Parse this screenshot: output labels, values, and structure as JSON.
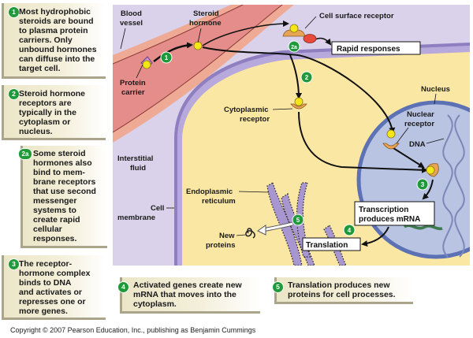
{
  "notes": {
    "n1": {
      "badge": "1",
      "lines": [
        "Most hydrophobic",
        "steroids are bound",
        "to plasma protein",
        "carriers. Only",
        "unbound hormones",
        "can diffuse into the",
        "target cell."
      ]
    },
    "n2": {
      "badge": "2",
      "lines": [
        "Steroid hormone",
        "receptors are",
        "typically in the",
        "cytoplasm or",
        "nucleus."
      ]
    },
    "n2a": {
      "badge": "2a",
      "lines": [
        "Some steroid",
        "hormones also",
        "bind to mem-",
        "brane receptors",
        "that use second",
        "messenger",
        "systems to",
        "create rapid",
        "cellular",
        "responses."
      ]
    },
    "n3": {
      "badge": "3",
      "lines": [
        "The receptor-",
        "hormone complex",
        "binds to DNA",
        "and activates or",
        "represses one or",
        "more genes."
      ]
    },
    "n4": {
      "badge": "4",
      "lines": [
        "Activated genes create new",
        "mRNA that moves into the",
        "cytoplasm."
      ]
    },
    "n5": {
      "badge": "5",
      "lines": [
        "Translation produces new",
        "proteins for cell processes."
      ]
    }
  },
  "diagram": {
    "labels": {
      "blood_vessel": [
        "Blood",
        "vessel"
      ],
      "steroid_hormone": [
        "Steroid",
        "hormone"
      ],
      "protein_carrier": [
        "Protein",
        "carrier"
      ],
      "cell_surface_receptor": "Cell surface receptor",
      "rapid_responses": "Rapid responses",
      "cytoplasmic_receptor": [
        "Cytoplasmic",
        "receptor"
      ],
      "nucleus": "Nucleus",
      "nuclear_receptor": [
        "Nuclear",
        "receptor"
      ],
      "dna": "DNA",
      "interstitial_fluid": [
        "Interstitial",
        "fluid"
      ],
      "cell_membrane": [
        "Cell",
        "membrane"
      ],
      "endoplasmic_reticulum": [
        "Endoplasmic",
        "reticulum"
      ],
      "transcription": [
        "Transcription",
        "produces mRNA"
      ],
      "translation": "Translation",
      "new_proteins": [
        "New",
        "proteins"
      ]
    },
    "step_badges": {
      "s1": "1",
      "s2": "2",
      "s2a": "2a",
      "s3": "3",
      "s4": "4",
      "s5": "5"
    },
    "colors": {
      "interstitial": "#d9d2ea",
      "membrane": "#8f7fc0",
      "cytoplasm": "#fbe7a4",
      "blood": "#e58d8a",
      "vessel_wall": "#eeaa94",
      "nucleus": "#b9c3e2",
      "nuclear_envelope": "#5d72b5",
      "hormone": "#f5e61a",
      "receptor": "#e7a455",
      "badge": "#1f9a3a",
      "er": "#a796cf"
    }
  },
  "copyright": "Copyright © 2007 Pearson Education, Inc., publishing as Benjamin Cummings"
}
